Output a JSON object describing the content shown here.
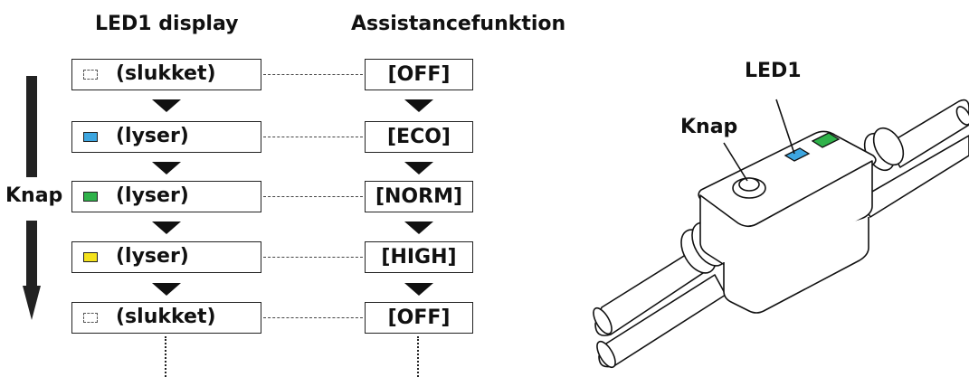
{
  "headers": {
    "left": "LED1 display",
    "right": "Assistancefunktion"
  },
  "rows": [
    {
      "led_state": "off",
      "led_color": "",
      "led_text": "(slukket)",
      "mode": "[OFF]"
    },
    {
      "led_state": "on",
      "led_color": "#3da6e0",
      "led_text": "(lyser)",
      "mode": "[ECO]"
    },
    {
      "led_state": "on",
      "led_color": "#2fb24a",
      "led_text": "(lyser)",
      "mode": "[NORM]"
    },
    {
      "led_state": "on",
      "led_color": "#f4e21c",
      "led_text": "(lyser)",
      "mode": "[HIGH]"
    },
    {
      "led_state": "off",
      "led_color": "",
      "led_text": "(slukket)",
      "mode": "[OFF]"
    }
  ],
  "left_label": "Knap",
  "illustration": {
    "led_label": "LED1",
    "button_label": "Knap",
    "led_blue": "#3da6e0",
    "battery_green": "#2fb24a"
  }
}
